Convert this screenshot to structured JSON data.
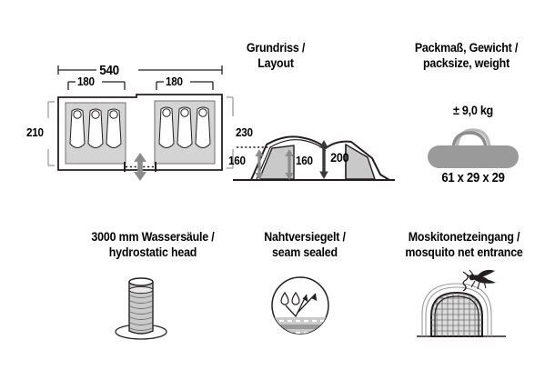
{
  "sections": {
    "layout": {
      "heading_de": "Grundriss /",
      "heading_en": "Layout"
    },
    "packsize": {
      "heading_de": "Packmaß, Gewicht /",
      "heading_en": "packsize, weight",
      "weight": "± 9,0 kg",
      "dimensions": "61 x 29 x 29"
    },
    "hydrostatic": {
      "heading_de": "3000 mm Wassersäule /",
      "heading_en": "hydrostatic head"
    },
    "seam_sealed": {
      "heading_de": "Nahtversiegelt /",
      "heading_en": "seam sealed"
    },
    "mosquito": {
      "heading_de": "Moskitonetzeingang /",
      "heading_en": "mosquito net entrance"
    }
  },
  "floorplan": {
    "total_width": "540",
    "left_room_width": "180",
    "right_room_width": "180",
    "left_room_depth": "210",
    "right_room_depth": "230",
    "left_room_sleepers": 3,
    "right_room_sleepers": 3
  },
  "elevation": {
    "outer_height": "160",
    "inner_height": "160",
    "peak_height": "200"
  },
  "colors": {
    "line": "#231f20",
    "fill_light": "#e3e3e3",
    "fill_mid": "#c9c9c9",
    "fill_dark": "#9a9a9a",
    "arrow_gray": "#8c8c8c",
    "white": "#ffffff"
  }
}
